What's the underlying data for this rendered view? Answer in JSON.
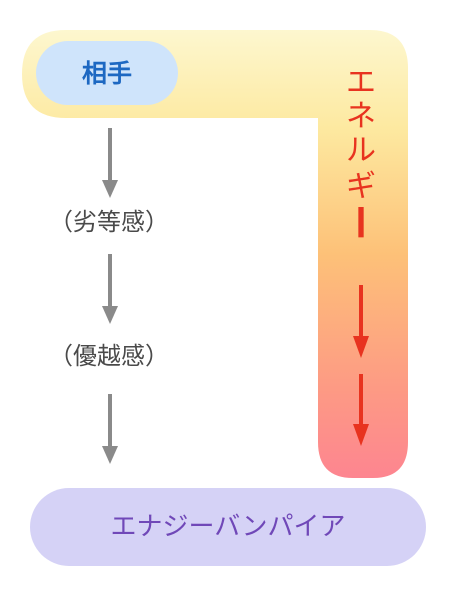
{
  "diagram": {
    "source": "相手",
    "stages": [
      "（劣等感）",
      "（優越感）"
    ],
    "energy_label": "エネルギー",
    "target": "エナジーバンパイア",
    "colors": {
      "source_fill": "#cfe4fb",
      "source_text": "#1d68c2",
      "stage_text": "#4a4a4a",
      "energy_gradient_top": "#fdf5c4",
      "energy_gradient_mid": "#fdc178",
      "energy_gradient_bottom": "#fd8590",
      "energy_text": "#e8331f",
      "energy_arrow": "#e8331f",
      "flow_arrow": "#8a8a8a",
      "target_fill": "#d5d2f6",
      "target_text": "#7048b8"
    }
  }
}
